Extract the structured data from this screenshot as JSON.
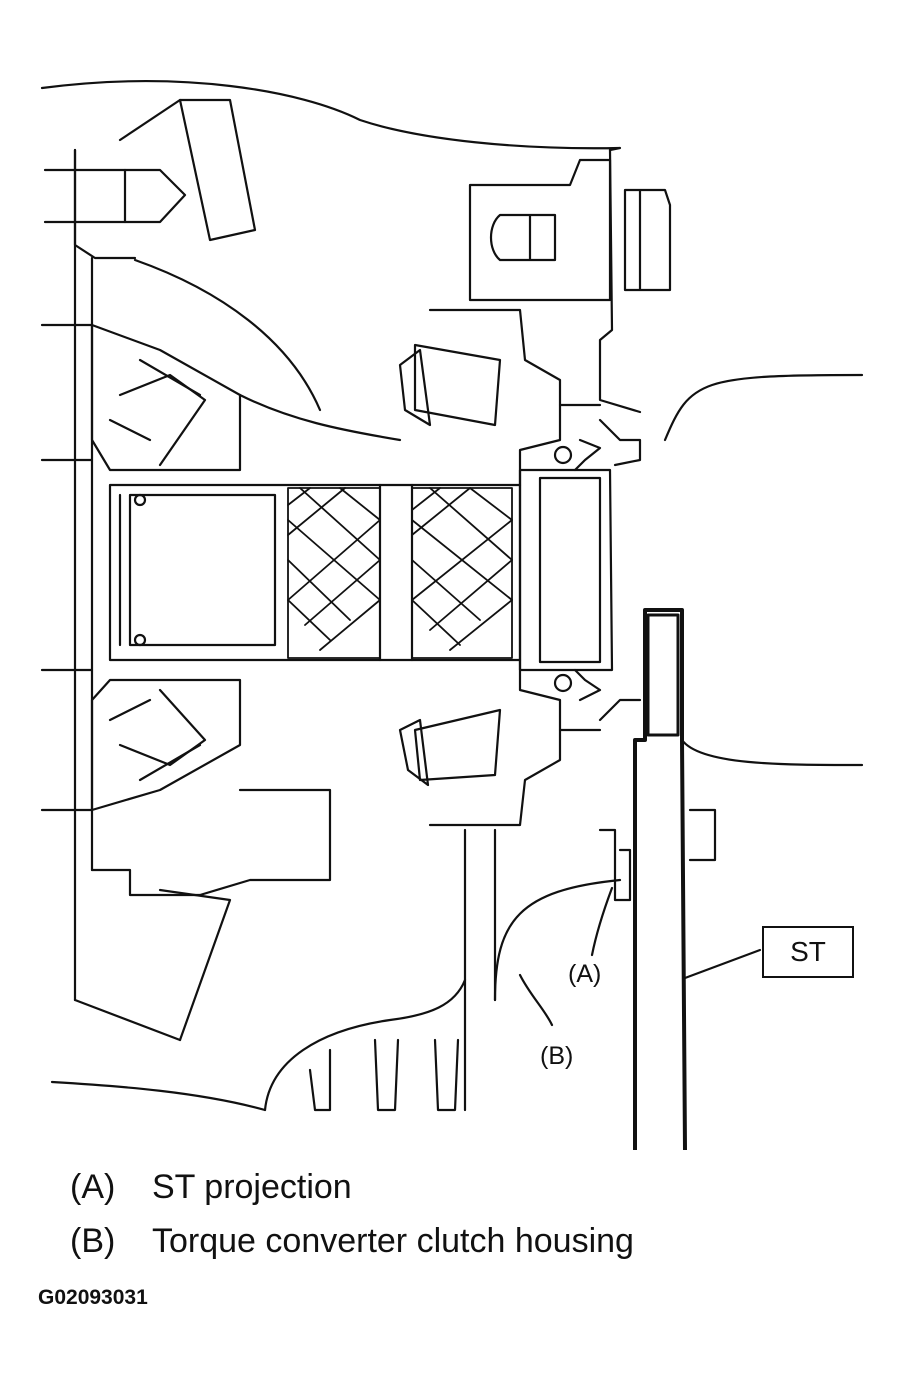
{
  "diagram": {
    "callouts": [
      {
        "key": "A",
        "text": "(A)"
      },
      {
        "key": "B",
        "text": "(B)"
      },
      {
        "key": "ST",
        "text": "ST"
      }
    ]
  },
  "legend": [
    {
      "key": "(A)",
      "text": "ST projection"
    },
    {
      "key": "(B)",
      "text": "Torque converter clutch housing"
    }
  ],
  "figure_id": "G02093031"
}
